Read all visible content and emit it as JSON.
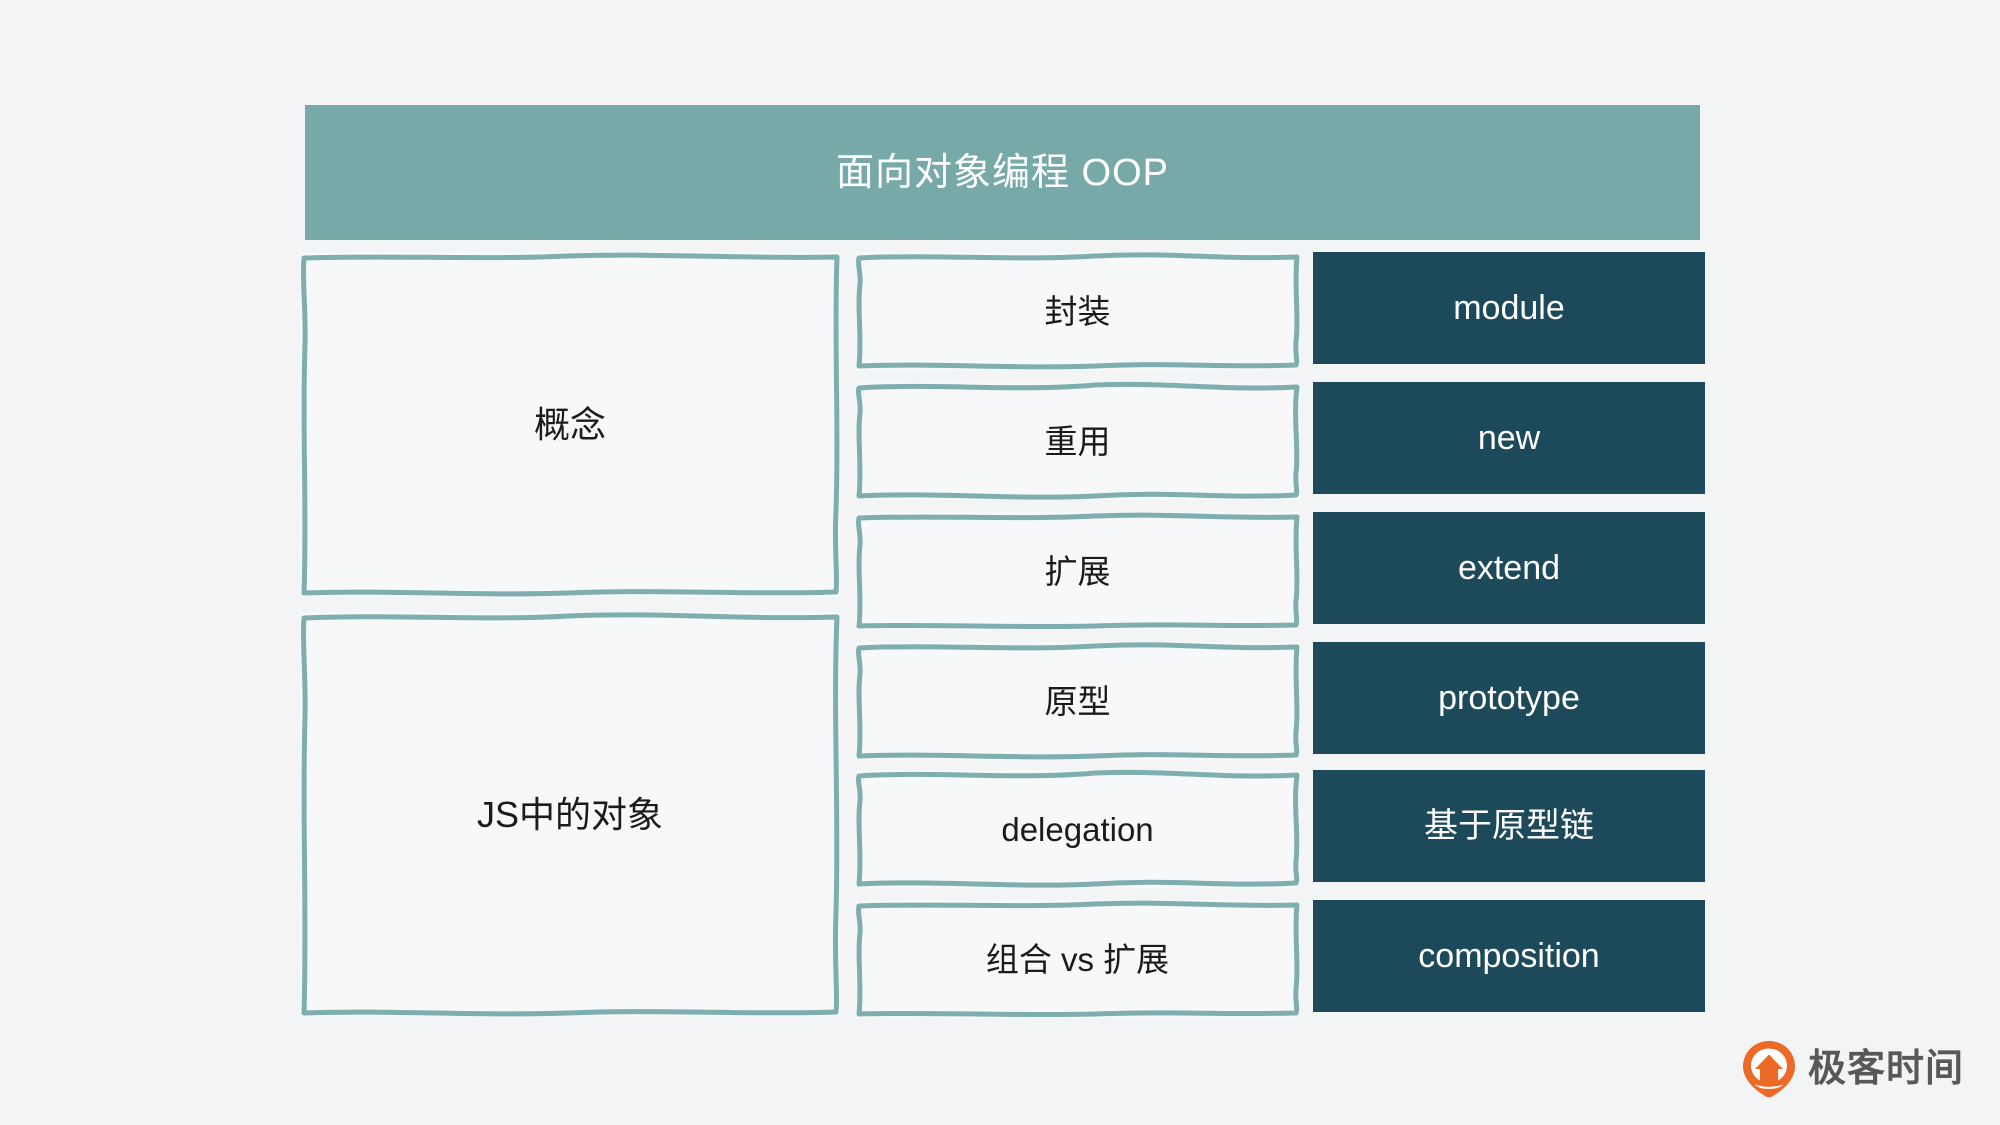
{
  "header": {
    "title": "面向对象编程 OOP",
    "background_color": "#76a9a8",
    "text_color": "#ffffff"
  },
  "theme": {
    "page_background": "#f2f4f6",
    "outline_color": "#7faeae",
    "dark_block_color": "#1d4a5a",
    "light_block_fill": "#f6f8f9",
    "text_color": "#1b1b1b",
    "logo_orange": "#ec6a26",
    "logo_text_gray": "#58585a"
  },
  "sections": [
    {
      "id": "concepts",
      "label": "概念",
      "rows": [
        {
          "topic": "封装",
          "keyword": "module"
        },
        {
          "topic": "重用",
          "keyword": "new"
        },
        {
          "topic": "扩展",
          "keyword": "extend"
        }
      ]
    },
    {
      "id": "js-objects",
      "label": "JS中的对象",
      "rows": [
        {
          "topic": "原型",
          "keyword": "prototype"
        },
        {
          "topic": "delegation",
          "keyword": "基于原型链"
        },
        {
          "topic": "组合 vs 扩展",
          "keyword": "composition"
        }
      ]
    }
  ],
  "logo": {
    "text": "极客时间",
    "mark_name": "geektime-pin-icon"
  }
}
